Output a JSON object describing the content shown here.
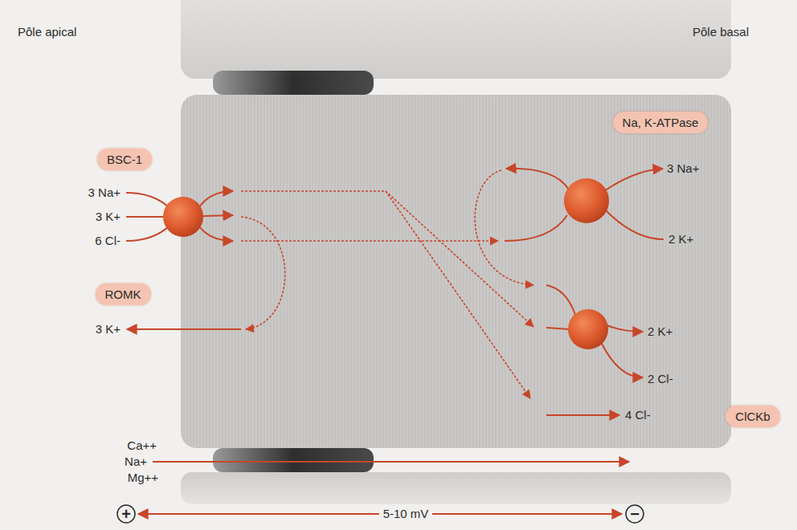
{
  "diagram": {
    "nodes": [
      {
        "text": [
          "BSC-1"
        ]
      },
      {
        "text": [
          "ROMK"
        ]
      },
      {
        "text": [
          "Na, K-ATPase"
        ]
      },
      {
        "text": [
          "ClCKb"
        ]
      }
    ],
    "labels": [
      "Pôle apical",
      "Pôle basal",
      "3 Na+",
      "3 K+",
      "6 Cl-",
      "3 K+",
      "3 Na+",
      "2 K+",
      "2 K+",
      "2 Cl-",
      "4 Cl-",
      "Ca++",
      "Na+",
      "Mg++",
      "+",
      "5-10 mV",
      "−"
    ]
  }
}
